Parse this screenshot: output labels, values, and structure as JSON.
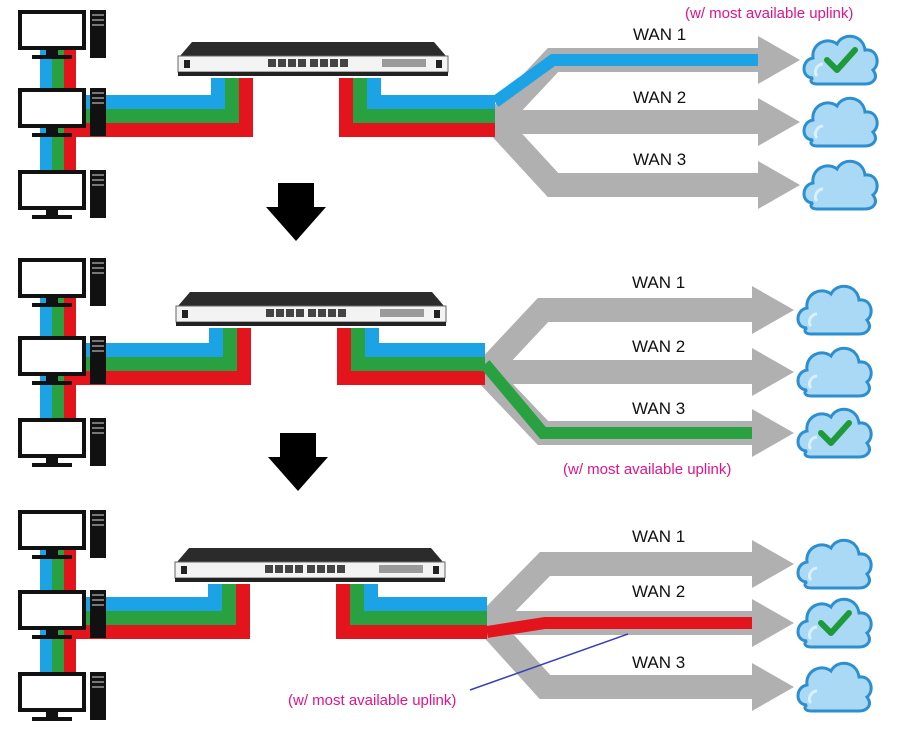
{
  "colors": {
    "blue": "#1ca3e6",
    "green": "#2aa140",
    "red": "#e3141b",
    "gray": "#b0b0b0",
    "note": "#e0148a",
    "arrow": "#000000",
    "cloud": "#9fd3f2",
    "check": "#1f9a3a"
  },
  "panels": [
    {
      "wan_labels": [
        "WAN 1",
        "WAN 2",
        "WAN 3"
      ],
      "active_wan": 1,
      "note": "(w/ most available uplink)"
    },
    {
      "wan_labels": [
        "WAN 1",
        "WAN 2",
        "WAN 3"
      ],
      "active_wan": 3,
      "note": "(w/ most available uplink)"
    },
    {
      "wan_labels": [
        "WAN 1",
        "WAN 2",
        "WAN 3"
      ],
      "active_wan": 2,
      "note": "(w/ most available uplink)"
    }
  ],
  "icons": {
    "computer": "desktop-computer-icon",
    "router": "load-balancer-router-icon",
    "cloud": "cloud-icon",
    "check": "checkmark-icon",
    "down_arrow": "down-arrow-icon"
  }
}
